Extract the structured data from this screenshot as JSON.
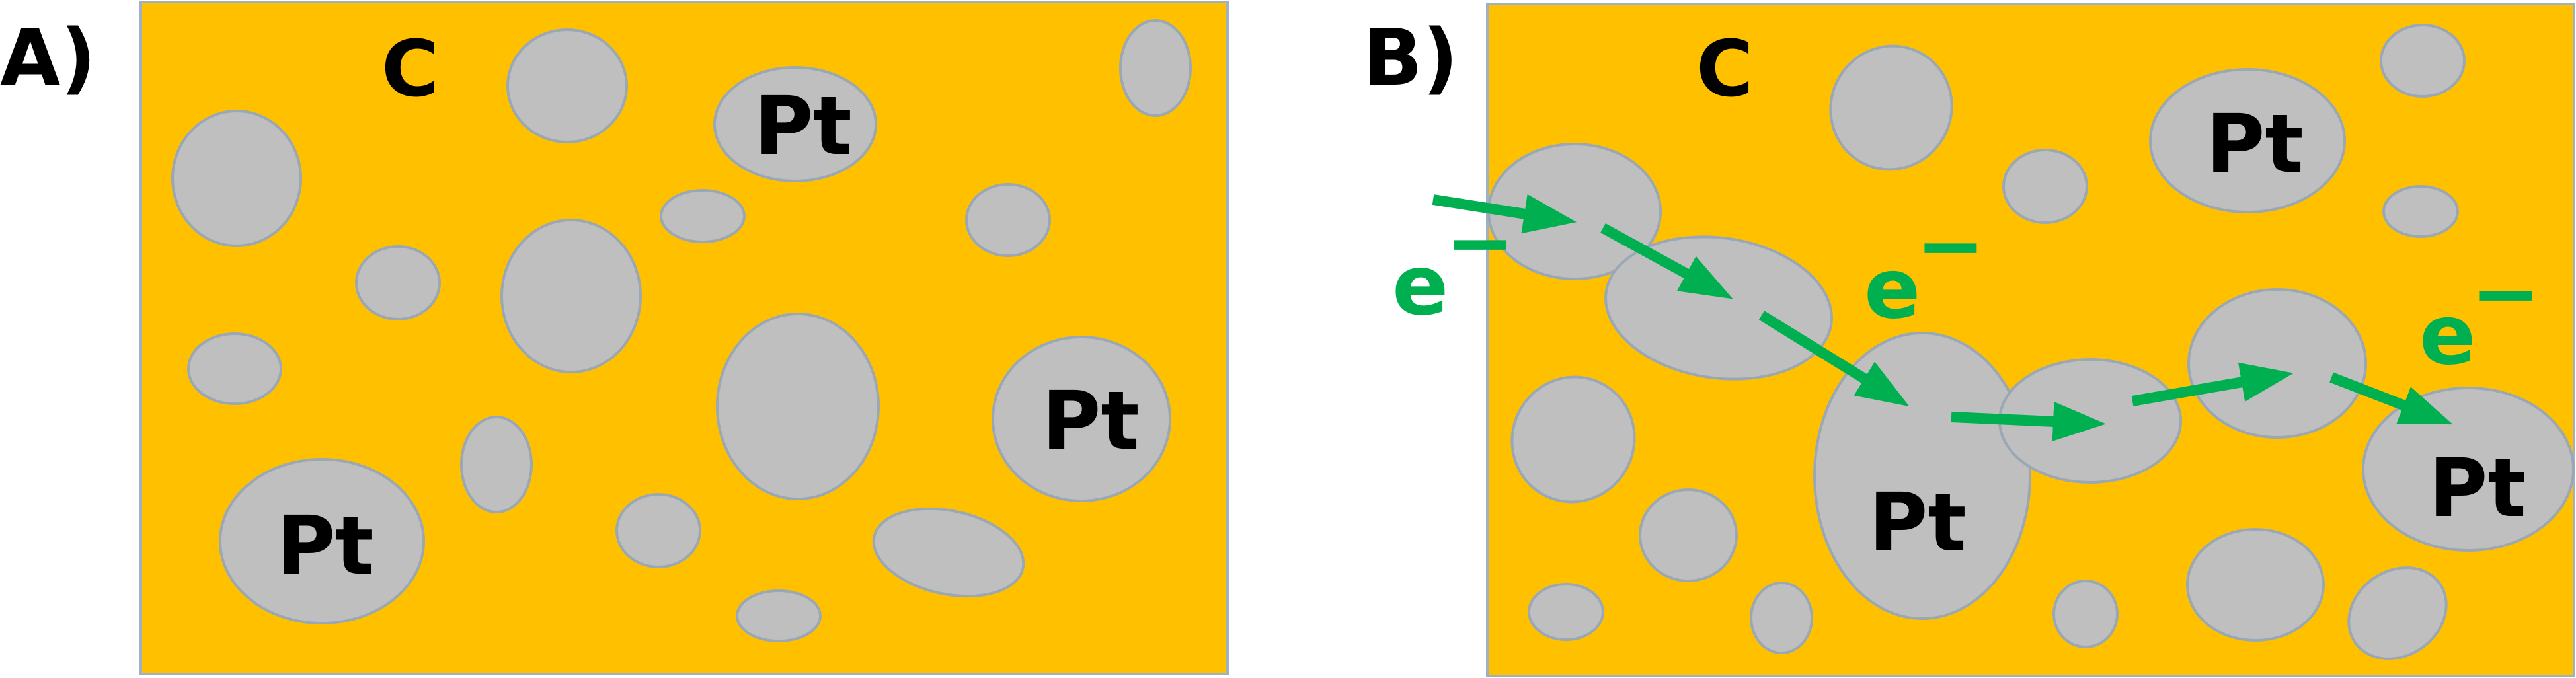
{
  "colors": {
    "carbon": "#ffc000",
    "platinum": "#bfbfbf",
    "electron": "#00b050"
  },
  "panels": [
    {
      "id": "A",
      "label": "A)",
      "matrix_label": "C",
      "particle_label": "Pt"
    },
    {
      "id": "B",
      "label": "B)",
      "matrix_label": "C",
      "particle_label": "Pt",
      "electron_label": "e",
      "electron_charge": "−"
    }
  ]
}
